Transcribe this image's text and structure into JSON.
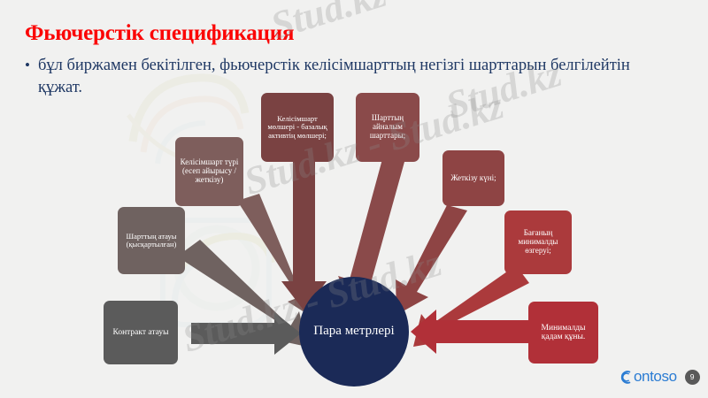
{
  "slide": {
    "title": "Фьючерстік спецификация",
    "bullet": "бұл биржамен бекітілген, фьючерстік келісімшарттың негізгі шарттарын белгілейтін құжат.",
    "bullet_marker": "•",
    "background_color": "#f1f1f0"
  },
  "diagram": {
    "center": {
      "label": "Пара метрлері",
      "color": "#1b2a57"
    },
    "nodes": [
      {
        "id": "contract-name-short",
        "label": "Шарттың атауы (қысқартылған)",
        "color": "#6f6260",
        "font_size": 8.5
      },
      {
        "id": "contract-type",
        "label": "Келісімшарт түрі (есеп айырысу / жеткізу)",
        "color": "#7e5e5c",
        "font_size": 9
      },
      {
        "id": "contract-volume",
        "label": "Келісімшарт мөлшері - базалық активтің мөлшері;",
        "color": "#7a4242",
        "font_size": 8.5
      },
      {
        "id": "circulation-terms",
        "label": "Шарттың айналым шарттары;",
        "color": "#8a4a4a",
        "font_size": 9
      },
      {
        "id": "delivery-date",
        "label": "Жеткізу күні;",
        "color": "#8e4444",
        "font_size": 9
      },
      {
        "id": "min-price-change",
        "label": "Бағаның минималды өзгеруі;",
        "color": "#ab3a3c",
        "font_size": 9
      },
      {
        "id": "min-step-value",
        "label": "Минималды қадам құны.",
        "color": "#b13038",
        "font_size": 9.5
      },
      {
        "id": "contract-title",
        "label": "Контракт атауы",
        "color": "#5b5b5b",
        "font_size": 9.5
      }
    ],
    "arrow_colors": [
      "#6f6260",
      "#7e5e5c",
      "#7a4242",
      "#8a4a4a",
      "#8e4444",
      "#ab3a3c",
      "#b13038",
      "#5b5b5b"
    ]
  },
  "watermarks": [
    "Stud.kz - Stud.kz",
    "Stud.kz - Stud.kz",
    "Stud.kz - Stud.kz",
    "Stud.kz"
  ],
  "footer": {
    "brand": "ontoso",
    "slide_number": "9",
    "brand_color": "#2b7cd3"
  }
}
